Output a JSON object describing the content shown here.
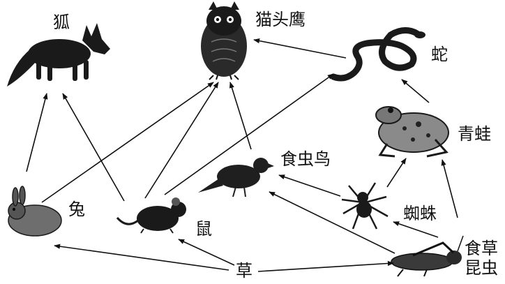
{
  "labels": {
    "fox": "狐",
    "owl": "猫头鹰",
    "snake": "蛇",
    "frog": "青蛙",
    "bird": "食虫鸟",
    "rabbit": "兔",
    "mouse": "鼠",
    "spider": "蜘蛛",
    "grasshopper_line1": "食草",
    "grasshopper_line2": "昆虫",
    "grass": "草"
  },
  "organisms": [
    {
      "id": "grass",
      "icon": "grass-label"
    },
    {
      "id": "rabbit",
      "icon": "rabbit-icon"
    },
    {
      "id": "mouse",
      "icon": "mouse-icon"
    },
    {
      "id": "grasshopper",
      "icon": "grasshopper-icon"
    },
    {
      "id": "bird",
      "icon": "bird-icon"
    },
    {
      "id": "spider",
      "icon": "spider-icon"
    },
    {
      "id": "frog",
      "icon": "frog-icon"
    },
    {
      "id": "snake",
      "icon": "snake-icon"
    },
    {
      "id": "fox",
      "icon": "fox-icon"
    },
    {
      "id": "owl",
      "icon": "owl-icon"
    }
  ],
  "links": [
    {
      "from": "grass",
      "to": "rabbit"
    },
    {
      "from": "grass",
      "to": "mouse"
    },
    {
      "from": "grass",
      "to": "grasshopper"
    },
    {
      "from": "rabbit",
      "to": "fox"
    },
    {
      "from": "rabbit",
      "to": "owl"
    },
    {
      "from": "mouse",
      "to": "fox"
    },
    {
      "from": "mouse",
      "to": "owl"
    },
    {
      "from": "mouse",
      "to": "snake"
    },
    {
      "from": "bird",
      "to": "owl"
    },
    {
      "from": "snake",
      "to": "owl"
    },
    {
      "from": "frog",
      "to": "snake"
    },
    {
      "from": "spider",
      "to": "bird"
    },
    {
      "from": "spider",
      "to": "frog"
    },
    {
      "from": "grasshopper",
      "to": "bird"
    },
    {
      "from": "grasshopper",
      "to": "spider"
    },
    {
      "from": "grasshopper",
      "to": "frog"
    }
  ]
}
